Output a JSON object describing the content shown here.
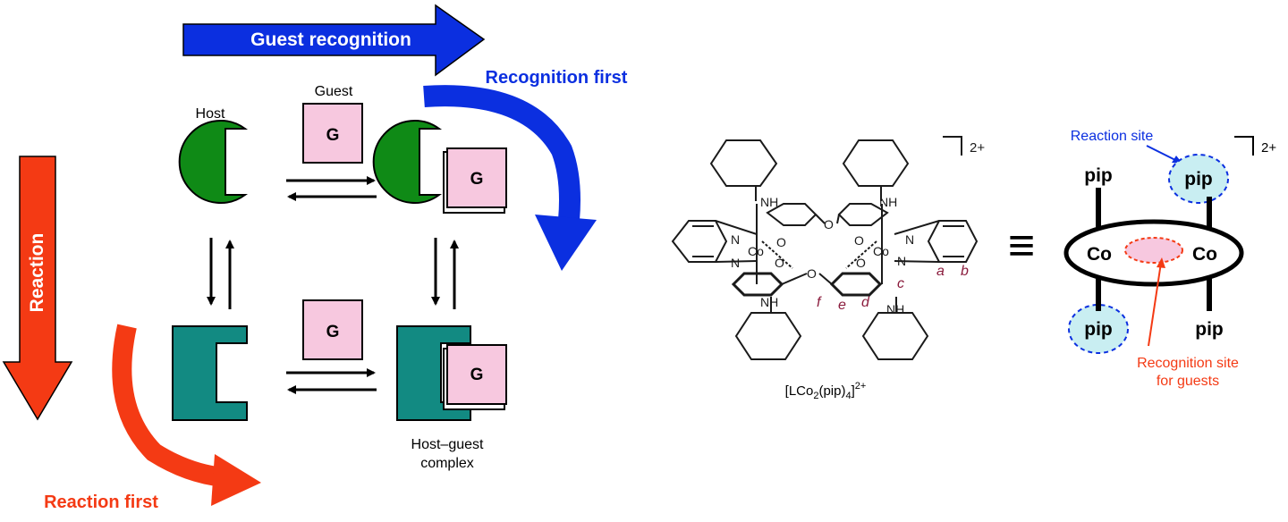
{
  "colors": {
    "blue": "#0b2fe0",
    "red": "#f43a14",
    "green": "#0f8a16",
    "teal": "#128a82",
    "pink": "#f7c8df",
    "light_cyan": "#c9eef2",
    "dark_red_label": "#8a1b3c"
  },
  "left": {
    "guest_recognition": "Guest recognition",
    "recognition_first": "Recognition first",
    "reaction": "Reaction",
    "reaction_first": "Reaction first",
    "host": "Host",
    "guest": "Guest",
    "guest_symbol": "G",
    "host_guest_complex_line1": "Host–guest",
    "host_guest_complex_line2": "complex"
  },
  "middle": {
    "formula_main": "[LCo",
    "formula_sub2": "2",
    "formula_pip": "(pip)",
    "formula_sub4": "4",
    "formula_close": "]",
    "formula_charge": "2+",
    "charge": "2+",
    "NH": "NH",
    "N": "N",
    "Co": "Co",
    "O": "O",
    "labels": {
      "a": "a",
      "b": "b",
      "c": "c",
      "d": "d",
      "e": "e",
      "f": "f"
    },
    "equiv": "≡"
  },
  "right": {
    "reaction_site": "Reaction site",
    "charge": "2+",
    "pip": "pip",
    "Co": "Co",
    "recognition_line1": "Recognition site",
    "recognition_line2": "for guests"
  }
}
